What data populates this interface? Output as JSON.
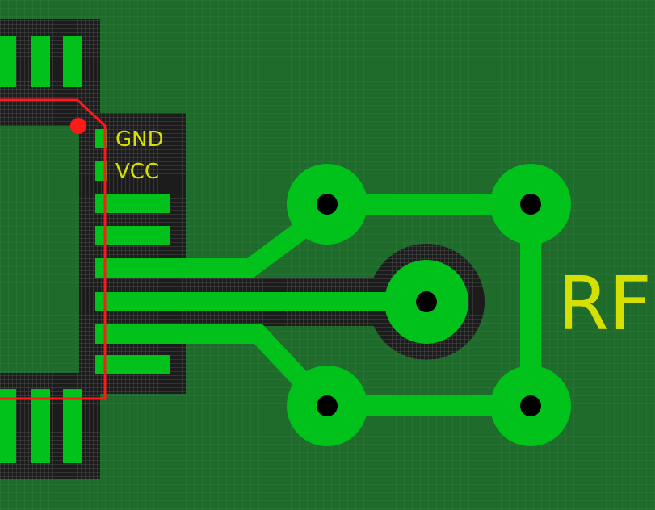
{
  "board": {
    "background_color": "#1f6b2c",
    "grid_color": "#2f7a3a",
    "keepout_color": "#1c1c1c",
    "keepout_grid_color": "#4a4a4a",
    "copper_color": "#00c21a",
    "silk_color": "#d6e000",
    "outline_color": "#ff1a1a",
    "drill_color": "#000000"
  },
  "labels": {
    "gnd": "GND",
    "vcc": "VCC",
    "rf": "RF"
  }
}
